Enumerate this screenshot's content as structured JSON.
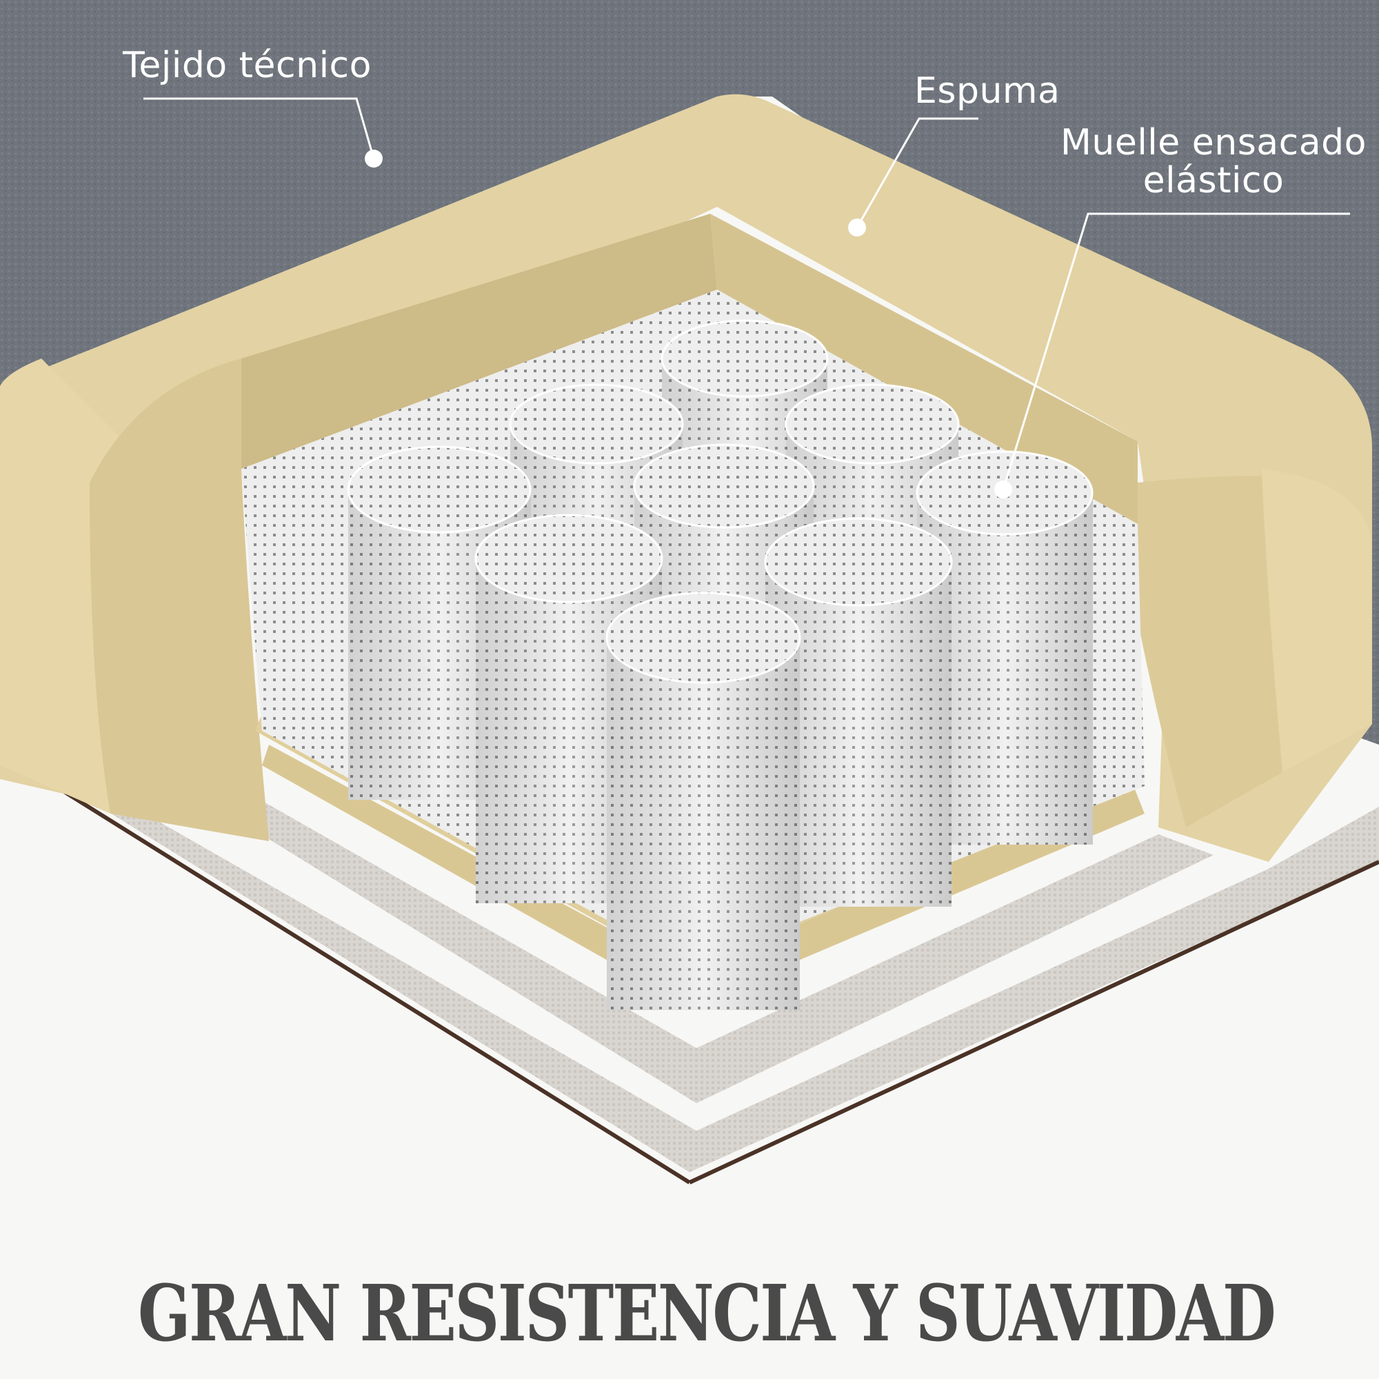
{
  "callouts": {
    "fabric": {
      "label": "Tejido técnico",
      "icon": "callout-dot"
    },
    "foam": {
      "label": "Espuma",
      "icon": "callout-dot"
    },
    "springs": {
      "line1": "Muelle ensacado",
      "line2": "elástico",
      "icon": "callout-dot"
    }
  },
  "headline": "GRAN RESISTENCIA Y SUAVIDAD",
  "colors": {
    "fabric_top": "#6f747c",
    "foam": "#e3d2a3",
    "foam_shadow": "#cdbb88",
    "spring_pocket": "#e9e9e9",
    "base_fabric": "#d8d4cf",
    "edge_brown": "#4a3226",
    "background": "#f7f7f5",
    "headline_text": "#4a4a4a",
    "callout_text": "#ffffff"
  }
}
